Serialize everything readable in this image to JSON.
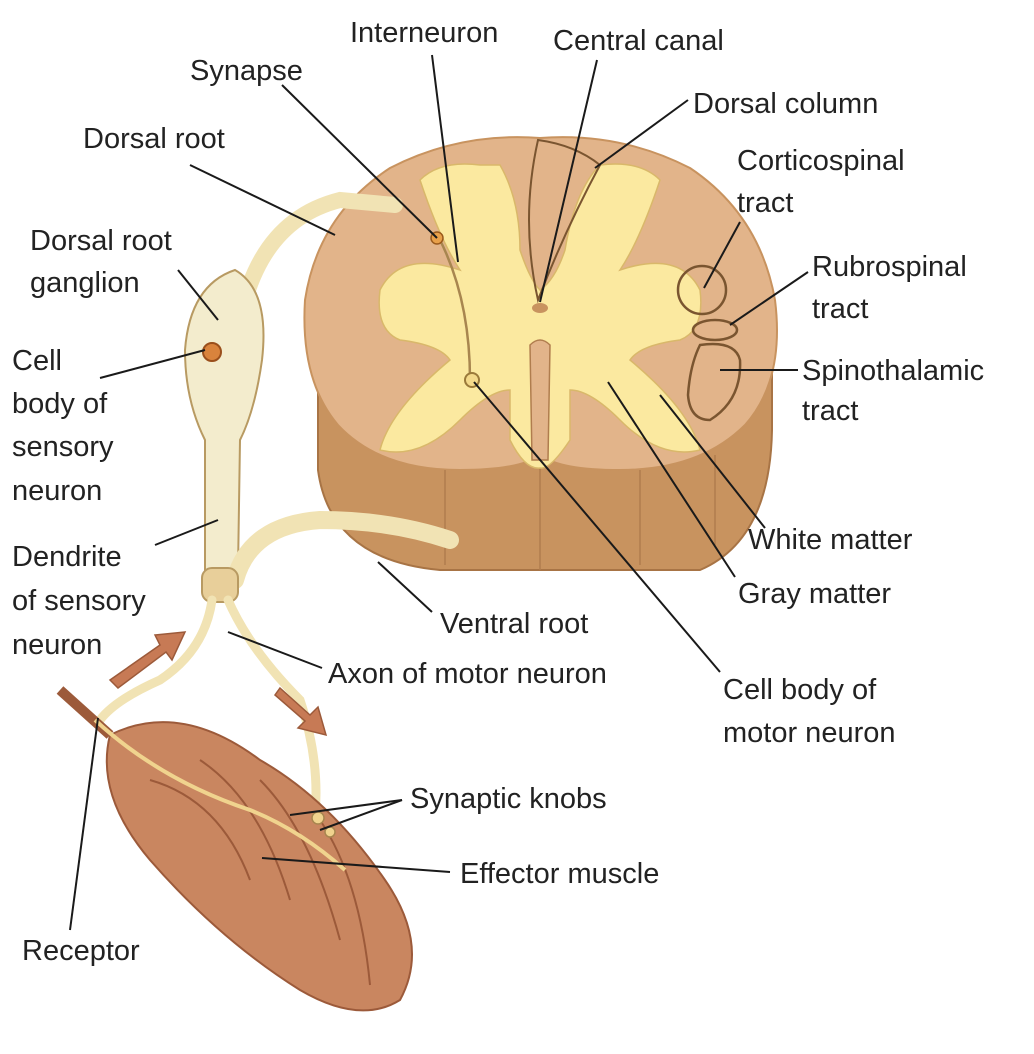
{
  "colors": {
    "white_matter": "#e2b48a",
    "white_matter_dark": "#c8935f",
    "gray_matter": "#fbe9a0",
    "nerve": "#f1e3b4",
    "nerve_edge": "#b89a62",
    "ganglion": "#f3eccd",
    "muscle": "#c98660",
    "muscle_dark": "#9c5a3a",
    "arrow": "#c77a55",
    "label_text": "#222222",
    "background": "#ffffff"
  },
  "labels": {
    "interneuron": "Interneuron",
    "central_canal": "Central canal",
    "synapse": "Synapse",
    "dorsal_column": "Dorsal column",
    "dorsal_root": "Dorsal root",
    "corticospinal_1": "Corticospinal",
    "corticospinal_2": "tract",
    "dorsal_root_ganglion_1": "Dorsal root",
    "dorsal_root_ganglion_2": "ganglion",
    "rubrospinal_1": "Rubrospinal",
    "rubrospinal_2": "tract",
    "cell_body_sensory_1": "Cell",
    "cell_body_sensory_2": "body of",
    "cell_body_sensory_3": "sensory",
    "cell_body_sensory_4": "neuron",
    "spinothalamic_1": "Spinothalamic",
    "spinothalamic_2": "tract",
    "white_matter": "White matter",
    "dendrite_1": "Dendrite",
    "dendrite_2": "of sensory",
    "dendrite_3": "neuron",
    "gray_matter": "Gray matter",
    "ventral_root": "Ventral root",
    "axon_motor": "Axon of motor neuron",
    "cell_body_motor_1": "Cell body of",
    "cell_body_motor_2": "motor neuron",
    "synaptic_knobs": "Synaptic knobs",
    "effector_muscle": "Effector muscle",
    "receptor": "Receptor"
  }
}
